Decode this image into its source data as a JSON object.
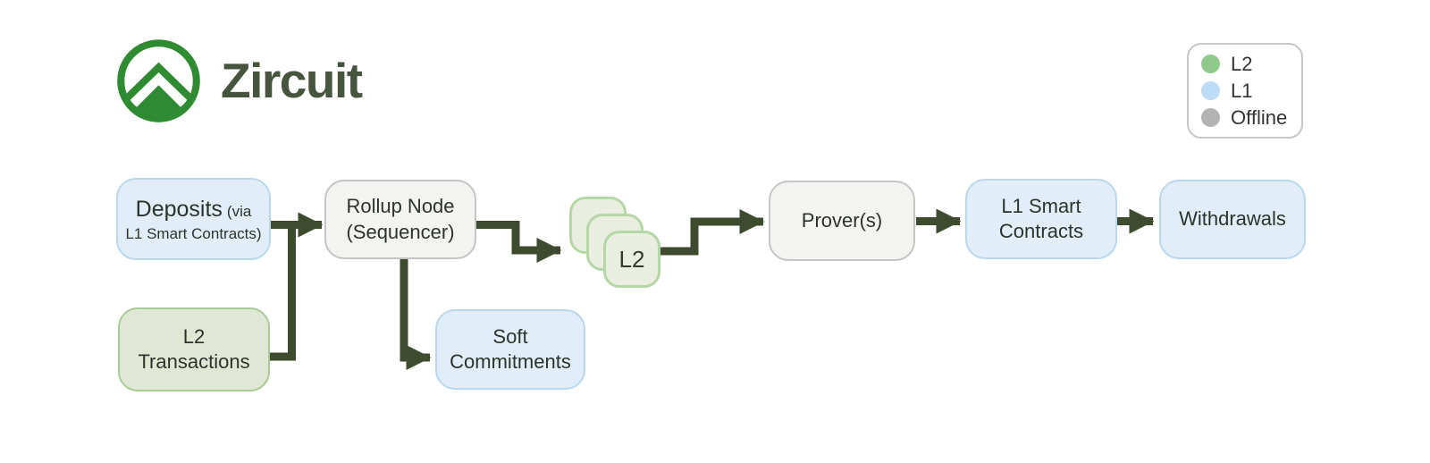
{
  "brand": {
    "name": "Zircuit",
    "logo_color": "#2e8b31",
    "wordmark_color": "#47553e"
  },
  "legend": {
    "items": [
      {
        "label": "L2",
        "color": "#90c98c"
      },
      {
        "label": "L1",
        "color": "#bddcf5"
      },
      {
        "label": "Offline",
        "color": "#b3b3b3"
      }
    ]
  },
  "diagram": {
    "arrow_color": "#3e4b2f",
    "node_colors": {
      "l2_fill": "#e0e8d5",
      "l2_border": "#a8ca95",
      "l1_fill": "#e1edf9",
      "l1_border": "#b9d8ee",
      "offline_fill": "#f3f3f1",
      "offline_border": "#c5c5c3"
    },
    "nodes": {
      "deposits": {
        "title": "Deposits",
        "title_suffix": "(via",
        "subtitle": "L1 Smart Contracts)",
        "layer": "L1"
      },
      "l2_transactions": {
        "label": "L2\nTransactions",
        "layer": "L2"
      },
      "rollup_node": {
        "label": "Rollup Node\n(Sequencer)",
        "layer": "Offline"
      },
      "soft_commitments": {
        "label": "Soft\nCommitments",
        "layer": "L1"
      },
      "l2_blocks": {
        "label": "L2",
        "layer": "L2"
      },
      "provers": {
        "label": "Prover(s)",
        "layer": "Offline"
      },
      "l1_smart_contracts": {
        "label": "L1 Smart\nContracts",
        "layer": "L1"
      },
      "withdrawals": {
        "label": "Withdrawals",
        "layer": "L1"
      }
    },
    "flows": [
      "deposits -> rollup_node",
      "l2_transactions -> rollup_node",
      "rollup_node -> l2_blocks",
      "rollup_node -> soft_commitments",
      "l2_blocks -> provers",
      "provers -> l1_smart_contracts",
      "l1_smart_contracts -> withdrawals"
    ]
  }
}
